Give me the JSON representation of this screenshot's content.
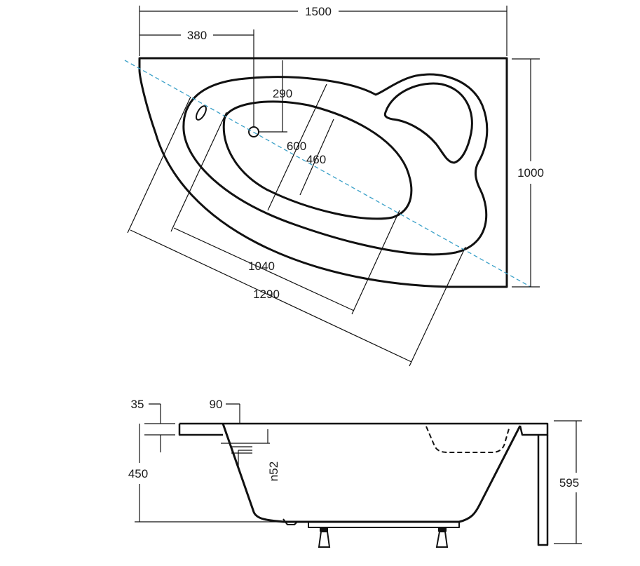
{
  "top_view": {
    "width_1500": "1500",
    "offset_380": "380",
    "depth_290": "290",
    "inner_600": "600",
    "inner_460": "460",
    "height_1000": "1000",
    "length_1040": "1040",
    "length_1290": "1290"
  },
  "side_view": {
    "rim_35": "35",
    "edge_90": "90",
    "height_450": "450",
    "drain_52": "n52",
    "height_595": "595"
  },
  "colors": {
    "outline": "#111111",
    "axis": "#3aa0c8"
  }
}
